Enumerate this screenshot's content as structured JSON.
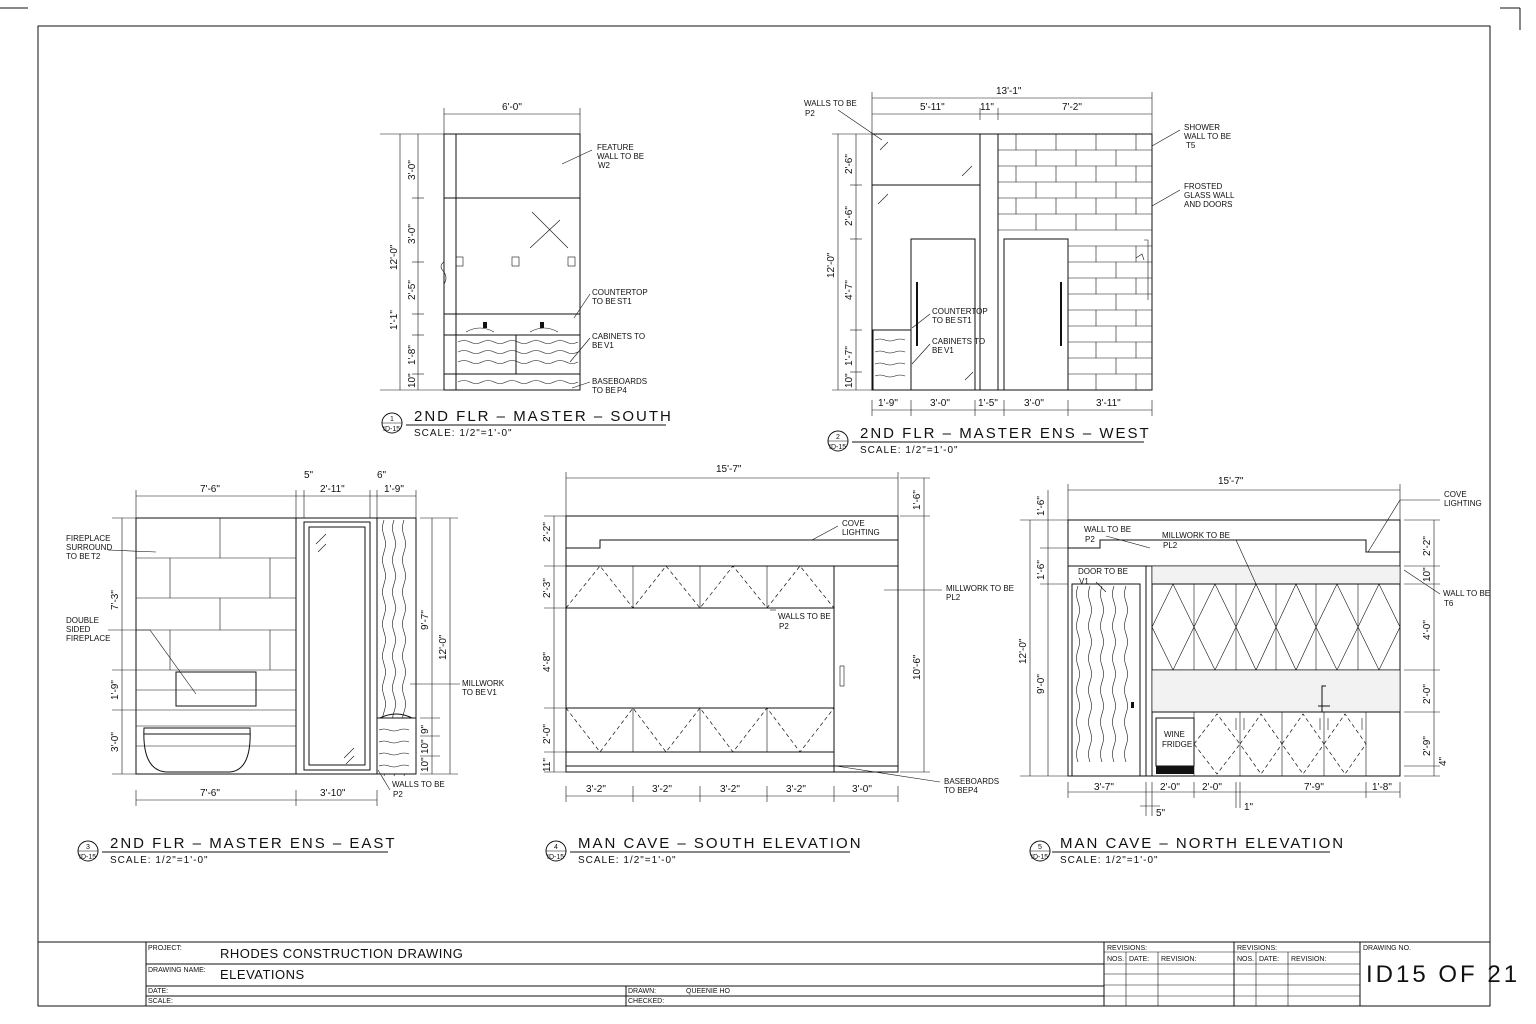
{
  "views": [
    {
      "num": "1",
      "sheet": "ID-15",
      "title": "2ND FLR  –  MASTER  –  SOUTH",
      "scale": "SCALE:  1/2\"=1'-0\"",
      "dims": {
        "top": "6'-0\"",
        "total": "12'-0\"",
        "v1": "3'-0\"",
        "v2": "3'-0\"",
        "v3": "2'-5\"",
        "v4": "1'-1\"",
        "v5": "1'-8\"",
        "v6": "10\""
      },
      "notes": [
        {
          "l1": "FEATURE",
          "l2": "WALL TO BE",
          "tag": "W2"
        },
        {
          "l1": "COUNTERTOP",
          "l2": "TO BE",
          "tag": "ST1"
        },
        {
          "l1": "CABINETS TO",
          "l2": "BE",
          "tag": "V1"
        },
        {
          "l1": "BASEBOARDS",
          "l2": "TO BE",
          "tag": "P4"
        }
      ]
    },
    {
      "num": "2",
      "sheet": "ID-15",
      "title": "2ND  FLR  –  MASTER  ENS  –  WEST",
      "scale": "SCALE:  1/2\"=1'-0\"",
      "dims": {
        "top": "13'-1\"",
        "t1": "5'-11\"",
        "t2": "11\"",
        "t3": "7'-2\"",
        "total": "12'-0\"",
        "v1": "2'-6\"",
        "v2": "2'-6\"",
        "v3": "4'-7\"",
        "v4": "1'-7\"",
        "v5": "10\"",
        "b1": "1'-9\"",
        "b2": "3'-0\"",
        "b3": "1'-5\"",
        "b4": "3'-0\"",
        "b5": "3'-11\""
      },
      "notes": [
        {
          "l1": "WALLS TO BE",
          "tag": "P2"
        },
        {
          "l1": "SHOWER",
          "l2": "WALL TO BE",
          "tag": "T5"
        },
        {
          "l1": "FROSTED",
          "l2": "GLASS WALL",
          "l3": "AND DOORS"
        },
        {
          "l1": "COUNTERTOP",
          "l2": "TO BE",
          "tag": "ST1"
        },
        {
          "l1": "CABINETS TO",
          "l2": "BE",
          "tag": "V1"
        }
      ]
    },
    {
      "num": "3",
      "sheet": "ID-15",
      "title": "2ND  FLR  –  MASTER  ENS  –  EAST",
      "scale": "SCALE:  1/2\"=1'-0\"",
      "dims": {
        "t1": "7'-6\"",
        "t2": "5\"",
        "t3": "2'-11\"",
        "t4": "6\"",
        "t5": "1'-9\"",
        "v1": "7'-3\"",
        "v2": "1'-9\"",
        "v3": "3'-0\"",
        "r1": "9'-7\"",
        "r2": "12'-0\"",
        "r3": "10\"",
        "r4": "10\"",
        "r5": "9\"",
        "b1": "7'-6\"",
        "b2": "3'-10\""
      },
      "notes": [
        {
          "l1": "FIREPLACE",
          "l2": "SURROUND",
          "l3": "TO BE",
          "tag": "T2"
        },
        {
          "l1": "DOUBLE",
          "l2": "SIDED",
          "l3": "FIREPLACE"
        },
        {
          "l1": "MILLWORK",
          "l2": "TO BE",
          "tag": "V1"
        },
        {
          "l1": "WALLS TO BE",
          "tag": "P2"
        }
      ]
    },
    {
      "num": "4",
      "sheet": "ID-15",
      "title": "MAN  CAVE  –  SOUTH  ELEVATION",
      "scale": "SCALE:  1/2\"=1'-0\"",
      "dims": {
        "top": "15'-7\"",
        "tr": "1'-6\"",
        "v1": "2'-2\"",
        "v2": "2'-3\"",
        "v3": "4'-8\"",
        "v4": "2'-0\"",
        "v5": "11\"",
        "r1": "10'-6\"",
        "b1": "3'-2\"",
        "b2": "3'-2\"",
        "b3": "3'-2\"",
        "b4": "3'-2\"",
        "b5": "3'-0\""
      },
      "notes": [
        {
          "l1": "COVE",
          "l2": "LIGHTING"
        },
        {
          "l1": "MILLWORK TO BE",
          "l2": "PL2"
        },
        {
          "l1": "WALLS TO BE",
          "tag": "P2"
        },
        {
          "l1": "BASEBOARDS",
          "l2": "TO BE",
          "tag": "P4"
        }
      ]
    },
    {
      "num": "5",
      "sheet": "ID-15",
      "title": "MAN  CAVE  –  NORTH  ELEVATION",
      "scale": "SCALE:  1/2\"=1'-0\"",
      "dims": {
        "top": "15'-7\"",
        "l0": "1'-6\"",
        "l1": "1'-6\"",
        "l2": "12'-0\"",
        "l3": "9'-0\"",
        "r1": "2'-2\"",
        "r2": "10\"",
        "r3": "4'-0\"",
        "r4": "2'-0\"",
        "r5": "2'-9\"",
        "r6": "4\"",
        "b1": "3'-7\"",
        "b2": "2'-0\"",
        "b3": "2'-0\"",
        "b4": "7'-9\"",
        "b5": "1'-8\"",
        "b6": "5\"",
        "b7": "1\""
      },
      "notes": [
        {
          "l1": "WALL TO BE",
          "tag": "P2"
        },
        {
          "l1": "MILLWORK TO BE",
          "tag": "PL2"
        },
        {
          "l1": "DOOR TO BE",
          "tag": "V1"
        },
        {
          "l1": "COVE",
          "l2": "LIGHTING"
        },
        {
          "l1": "WALL TO BE",
          "tag": "T6"
        },
        {
          "l1": "WINE",
          "l2": "FRIDGE"
        }
      ]
    }
  ],
  "title_block": {
    "project_label": "PROJECT:",
    "project": "RHODES  CONSTRUCTION  DRAWING",
    "drawing_name_label": "DRAWING NAME:",
    "drawing_name": "ELEVATIONS",
    "date_label": "DATE:",
    "scale_label": "SCALE:",
    "drawn_label": "DRAWN:",
    "drawn": "QUEENIE  HO",
    "checked_label": "CHECKED:",
    "revisions_label": "REVISIONS:",
    "nos_label": "NOS.",
    "rev_date_label": "DATE:",
    "revision_label": "REVISION:",
    "drawing_no_label": "DRAWING NO.",
    "drawing_no": "ID15  OF  21"
  }
}
